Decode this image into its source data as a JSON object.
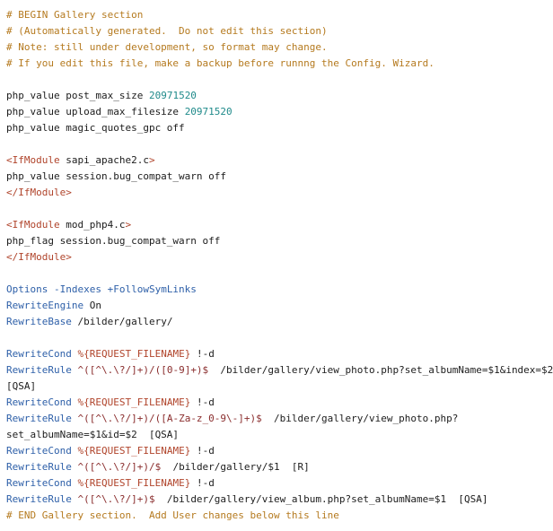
{
  "lines": [
    {
      "segs": [
        {
          "t": "# BEGIN Gallery section",
          "c": "c"
        }
      ]
    },
    {
      "segs": [
        {
          "t": "# (Automatically generated.  Do not edit this section)",
          "c": "c"
        }
      ]
    },
    {
      "segs": [
        {
          "t": "# Note: still under development, so format may change.",
          "c": "c"
        }
      ]
    },
    {
      "segs": [
        {
          "t": "# If you edit this file, make a backup before runnng the Config. Wizard.",
          "c": "c"
        }
      ]
    },
    {
      "segs": []
    },
    {
      "segs": [
        {
          "t": "php_value post_max_size ",
          "c": ""
        },
        {
          "t": "20971520",
          "c": "n"
        }
      ]
    },
    {
      "segs": [
        {
          "t": "php_value upload_max_filesize ",
          "c": ""
        },
        {
          "t": "20971520",
          "c": "n"
        }
      ]
    },
    {
      "segs": [
        {
          "t": "php_value magic_quotes_gpc off",
          "c": ""
        }
      ]
    },
    {
      "segs": []
    },
    {
      "segs": [
        {
          "t": "<IfModule ",
          "c": "t"
        },
        {
          "t": "sapi_apache2.c",
          "c": ""
        },
        {
          "t": ">",
          "c": "t"
        }
      ]
    },
    {
      "segs": [
        {
          "t": "php_value session.bug_compat_warn off",
          "c": ""
        }
      ]
    },
    {
      "segs": [
        {
          "t": "</IfModule>",
          "c": "t"
        }
      ]
    },
    {
      "segs": []
    },
    {
      "segs": [
        {
          "t": "<IfModule ",
          "c": "t"
        },
        {
          "t": "mod_php4.c",
          "c": ""
        },
        {
          "t": ">",
          "c": "t"
        }
      ]
    },
    {
      "segs": [
        {
          "t": "php_flag session.bug_compat_warn off",
          "c": ""
        }
      ]
    },
    {
      "segs": [
        {
          "t": "</IfModule>",
          "c": "t"
        }
      ]
    },
    {
      "segs": []
    },
    {
      "segs": [
        {
          "t": "Options ",
          "c": "k"
        },
        {
          "t": "-Indexes +FollowSymLinks",
          "c": "k"
        }
      ]
    },
    {
      "segs": [
        {
          "t": "RewriteEngine ",
          "c": "k"
        },
        {
          "t": "On",
          "c": ""
        }
      ]
    },
    {
      "segs": [
        {
          "t": "RewriteBase ",
          "c": "k"
        },
        {
          "t": "/bilder/gallery/",
          "c": ""
        }
      ]
    },
    {
      "segs": []
    },
    {
      "segs": [
        {
          "t": "RewriteCond ",
          "c": "k"
        },
        {
          "t": "%{REQUEST_FILENAME}",
          "c": "s"
        },
        {
          "t": " !-d",
          "c": ""
        }
      ]
    },
    {
      "segs": [
        {
          "t": "RewriteRule ",
          "c": "k"
        },
        {
          "t": "^([^\\.\\?/]+)/([0-9]+)$",
          "c": "g"
        },
        {
          "t": "  /bilder/gallery/view_photo.php?set_albumName=$1&index=$2",
          "c": ""
        }
      ]
    },
    {
      "segs": [
        {
          "t": "[QSA]",
          "c": ""
        }
      ]
    },
    {
      "segs": [
        {
          "t": "RewriteCond ",
          "c": "k"
        },
        {
          "t": "%{REQUEST_FILENAME}",
          "c": "s"
        },
        {
          "t": " !-d",
          "c": ""
        }
      ]
    },
    {
      "segs": [
        {
          "t": "RewriteRule ",
          "c": "k"
        },
        {
          "t": "^([^\\.\\?/]+)/([A-Za-z_0-9\\-]+)$",
          "c": "g"
        },
        {
          "t": "  /bilder/gallery/view_photo.php?",
          "c": ""
        }
      ]
    },
    {
      "segs": [
        {
          "t": "set_albumName=$1&id=$2  [QSA]",
          "c": ""
        }
      ]
    },
    {
      "segs": [
        {
          "t": "RewriteCond ",
          "c": "k"
        },
        {
          "t": "%{REQUEST_FILENAME}",
          "c": "s"
        },
        {
          "t": " !-d",
          "c": ""
        }
      ]
    },
    {
      "segs": [
        {
          "t": "RewriteRule ",
          "c": "k"
        },
        {
          "t": "^([^\\.\\?/]+)/$",
          "c": "g"
        },
        {
          "t": "  /bilder/gallery/$1  [R]",
          "c": ""
        }
      ]
    },
    {
      "segs": [
        {
          "t": "RewriteCond ",
          "c": "k"
        },
        {
          "t": "%{REQUEST_FILENAME}",
          "c": "s"
        },
        {
          "t": " !-d",
          "c": ""
        }
      ]
    },
    {
      "segs": [
        {
          "t": "RewriteRule ",
          "c": "k"
        },
        {
          "t": "^([^\\.\\?/]+)$",
          "c": "g"
        },
        {
          "t": "  /bilder/gallery/view_album.php?set_albumName=$1  [QSA]",
          "c": ""
        }
      ]
    },
    {
      "segs": [
        {
          "t": "# END Gallery section.  Add User changes below this line",
          "c": "c"
        }
      ]
    }
  ]
}
